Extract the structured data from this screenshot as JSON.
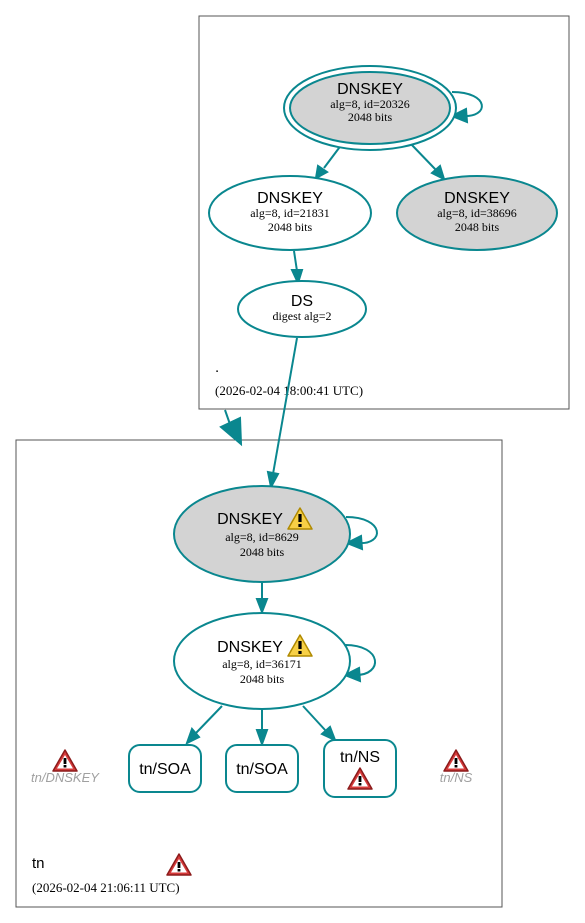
{
  "root_zone": {
    "name": ".",
    "timestamp": "(2026-02-04 18:00:41 UTC)",
    "nodes": [
      {
        "title": "DNSKEY",
        "line1": "alg=8, id=20326",
        "line2": "2048 bits"
      },
      {
        "title": "DNSKEY",
        "line1": "alg=8, id=21831",
        "line2": "2048 bits"
      },
      {
        "title": "DNSKEY",
        "line1": "alg=8, id=38696",
        "line2": "2048 bits"
      },
      {
        "title": "DS",
        "line1": "digest alg=2"
      }
    ]
  },
  "tn_zone": {
    "name": "tn",
    "timestamp": "(2026-02-04 21:06:11 UTC)",
    "nodes": [
      {
        "title": "DNSKEY",
        "line1": "alg=8, id=8629",
        "line2": "2048 bits",
        "status": "warning"
      },
      {
        "title": "DNSKEY",
        "line1": "alg=8, id=36171",
        "line2": "2048 bits",
        "status": "warning"
      }
    ],
    "rrsets": [
      {
        "label": "tn/SOA"
      },
      {
        "label": "tn/SOA"
      },
      {
        "label": "tn/NS",
        "status": "error"
      }
    ],
    "missing": [
      {
        "label": "tn/DNSKEY",
        "status": "error"
      },
      {
        "label": "tn/NS",
        "status": "error"
      }
    ],
    "zone_status": "error"
  },
  "colors": {
    "edge": "#0a878f",
    "gray_fill": "#d3d3d3",
    "warning": "#f2c200",
    "error": "#c8252a"
  }
}
